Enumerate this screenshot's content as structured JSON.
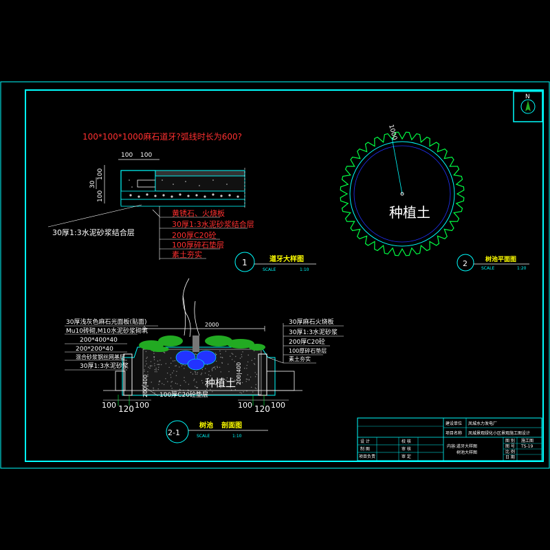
{
  "colors": {
    "background": "#000000",
    "frame": "#00ffff",
    "annotation_white": "#ffffff",
    "annotation_red": "#ff3030",
    "plant_green": "#22aa22",
    "plant_blue": "#2233ff",
    "title_yellow": "#ffff00"
  },
  "north": {
    "label": "N"
  },
  "detail1": {
    "heading": "100*100*1000麻石道牙?弧线时长为600?",
    "dim_top_left": "100",
    "dim_top_right": "100",
    "dim_side_a": "100",
    "dim_side_b": "30",
    "dim_side_c": "100",
    "left_note": "30厚1:3水泥砂浆结合层",
    "layers": [
      "黄锈石、火烧板",
      "30厚1:3水泥砂浆结合层",
      "200厚C20砼",
      "100厚碎石垫层",
      "素土夯实"
    ],
    "title": "道牙大样图",
    "number": "1",
    "scale_label": "SCALE",
    "scale_value": "1:10"
  },
  "detail2": {
    "center_text": "种植土",
    "dim_radius": "1000",
    "title": "树池平面图",
    "number": "2",
    "scale_label": "SCALE",
    "scale_value": "1:20"
  },
  "detail3": {
    "left_notes": [
      "30厚浅灰色麻石光面板(贴面)",
      "Mu10砖砌,M10水泥砂浆砌筑",
      "200*400*40",
      "200*200*40",
      "混合砂浆钢丝网基层",
      "30厚1:3水泥砂浆"
    ],
    "right_notes": [
      "30厚麻石火烧板",
      "30厚1:3水泥砂浆",
      "200厚C20砼",
      "100厚碎石垫层",
      "素土夯实"
    ],
    "dim_width": "2000",
    "center_text": "种植土",
    "dim_left_depth": "200|400",
    "dim_right_depth": "200|400",
    "bottom_note": "100厚C20砼垫层",
    "dims_bottom_left": [
      "100",
      "120",
      "100"
    ],
    "dims_bottom_right": [
      "100",
      "120",
      "100"
    ],
    "title_a": "树池",
    "title_b": "剖面图",
    "number": "2-1",
    "scale_label": "SCALE",
    "scale_value": "1:10"
  },
  "title_block": {
    "unit_label": "建设单位",
    "unit_value": "凤城水力发电厂",
    "project_label": "项目名称",
    "project_value": "凤城景观绿化小区景观施工图设计",
    "drawing_name_line1": "内容:道牙大样图",
    "drawing_name_line2": "树池大样图",
    "left_labels": [
      "设 计",
      "制 图",
      "项目负责"
    ],
    "mid_labels": [
      "校 核",
      "审 核",
      "审 定"
    ],
    "right_labels": [
      "图 别",
      "图 号",
      "比 例",
      "日 期"
    ],
    "right_values": [
      "施工图",
      "TS-19",
      "",
      ""
    ]
  }
}
